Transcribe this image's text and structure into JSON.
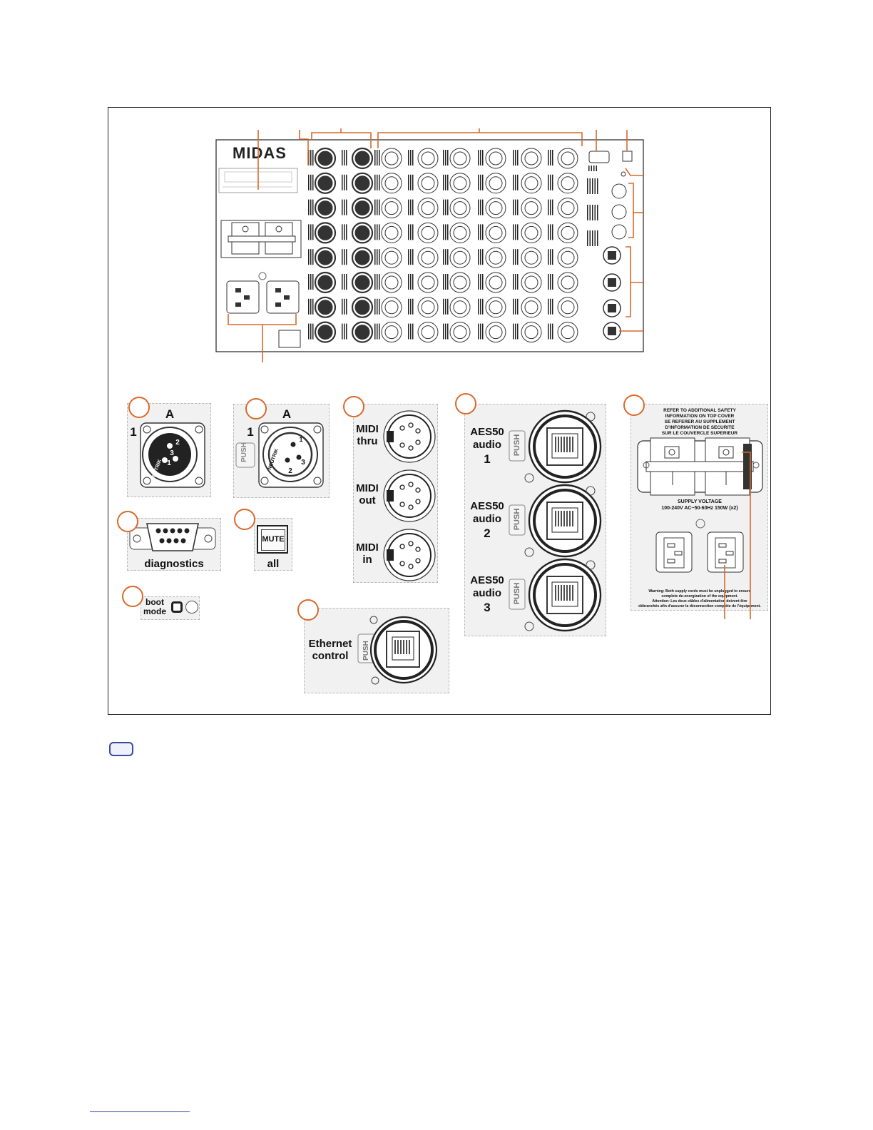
{
  "colors": {
    "accent": "#d9692b",
    "note": "#3a4aa0",
    "outline": "#222222",
    "panel": "#f1f1f1"
  },
  "rear_panel": {
    "brand": "MIDAS"
  },
  "details": {
    "xlr_male": {
      "channel_letter": "A",
      "channel_number": "1",
      "pins": [
        "1",
        "2",
        "3"
      ],
      "brand": "NEUTRIK"
    },
    "xlr_female": {
      "channel_letter": "A",
      "channel_number": "1",
      "pins": [
        "1",
        "2",
        "3"
      ],
      "brand": "NEUTRIK",
      "push": "PUSH"
    },
    "diagnostics": {
      "label": "diagnostics"
    },
    "mute": {
      "button": "MUTE",
      "label": "all"
    },
    "boot": {
      "line1": "boot",
      "line2": "mode"
    },
    "midi": [
      {
        "line1": "MIDI",
        "line2": "thru"
      },
      {
        "line1": "MIDI",
        "line2": "out"
      },
      {
        "line1": "MIDI",
        "line2": "in"
      }
    ],
    "aes50": [
      {
        "line1": "AES50",
        "line2": "audio",
        "line3": "1"
      },
      {
        "line1": "AES50",
        "line2": "audio",
        "line3": "2"
      },
      {
        "line1": "AES50",
        "line2": "audio",
        "line3": "3"
      }
    ],
    "aes50_push": "PUSH",
    "ethernet": {
      "line1": "Ethernet",
      "line2": "control",
      "push": "PUSH"
    },
    "power": {
      "warning_top": [
        "REFER TO ADDITIONAL SAFETY",
        "INFORMATION ON TOP COVER",
        "SE REFERER AU SUPPLEMENT",
        "D'INFORMATION DE SECURITE",
        "SUR LE COUVERCLE SUPERIEUR"
      ],
      "supply_title": "SUPPLY VOLTAGE",
      "supply_value": "100-240V  AC~50-60Hz 150W (x2)",
      "warning_bottom": [
        "Warning: Both supply cords must be unplugged to ensure",
        "complete de-energization of the equipment.",
        "Attention: Les deux câbles d'alimentation doivent être",
        "débranchés afin d'assurer la déconnection complète de l'équipement."
      ]
    }
  }
}
